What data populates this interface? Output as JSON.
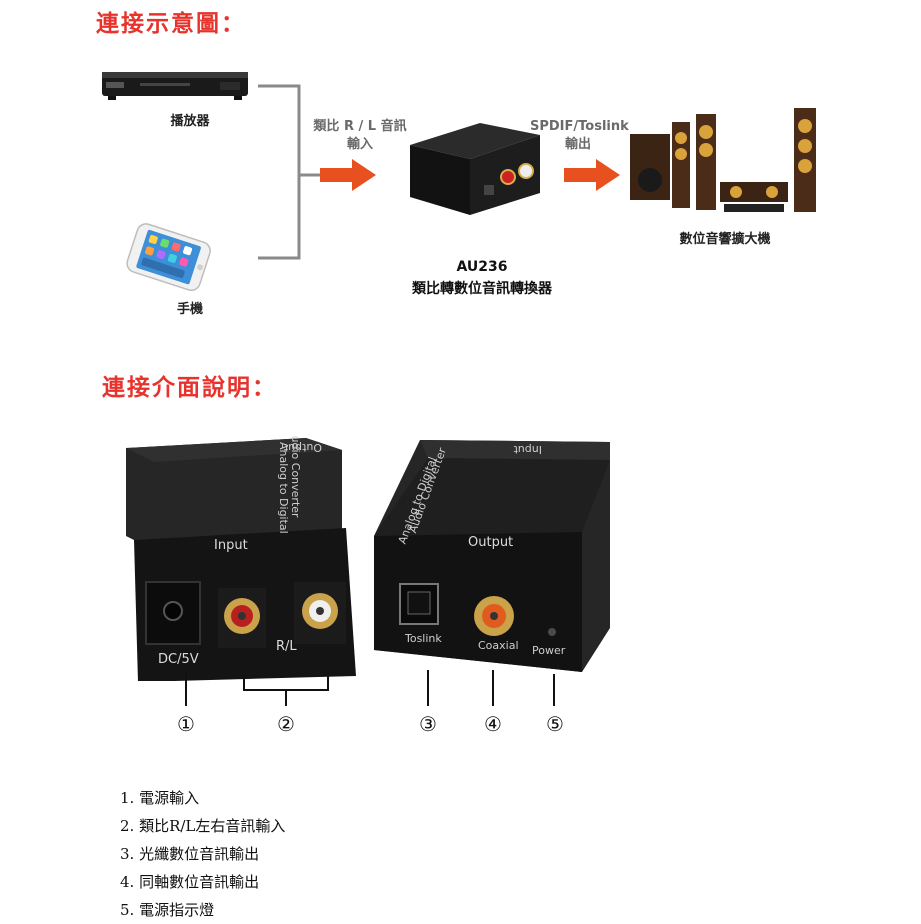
{
  "diagram": {
    "heading": "連接示意圖：",
    "sources": [
      {
        "label": "播放器",
        "icon": "dvd-player-icon"
      },
      {
        "label": "手機",
        "icon": "smartphone-icon"
      }
    ],
    "input_label_line1": "類比 R / L 音訊",
    "input_label_line2": "輸入",
    "converter_model": "AU236",
    "converter_name": "類比轉數位音訊轉換器",
    "output_label_line1": "SPDIF/Toslink",
    "output_label_line2": "輸出",
    "destination_label": "數位音響擴大機",
    "arrow_color": "#e8511f"
  },
  "interface": {
    "heading": "連接介面說明：",
    "left_unit": {
      "top_text": "Output",
      "side_text_1": "Analog to Digital",
      "side_text_2": "Audio Converter",
      "panel_title": "Input",
      "dc_label": "DC/5V",
      "rl_label": "R/L"
    },
    "right_unit": {
      "top_text": "Input",
      "side_text_1": "Analog to Digital",
      "side_text_2": "Audio Converter",
      "panel_title": "Output",
      "toslink_label": "Toslink",
      "coaxial_label": "Coaxial",
      "power_label": "Power"
    },
    "markers": [
      "①",
      "②",
      "③",
      "④",
      "⑤"
    ],
    "items": [
      "1. 電源輸入",
      "2. 類比R/L左右音訊輸入",
      "3. 光纖數位音訊輸出",
      "4. 同軸數位音訊輸出",
      "5. 電源指示燈"
    ]
  },
  "colors": {
    "heading": "#e8332d",
    "device_body": "#1c1c1c"
  }
}
